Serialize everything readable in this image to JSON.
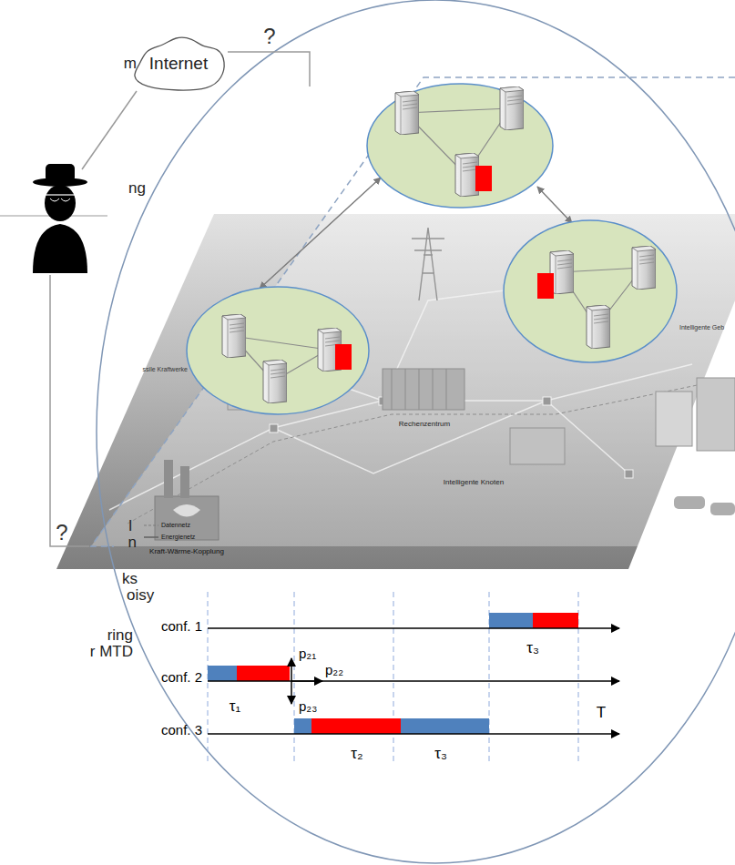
{
  "diagram": {
    "nodes": [
      {
        "text": [
          "Internet"
        ]
      }
    ],
    "labels": [
      "m",
      "ng",
      "l",
      "n",
      "ks",
      "oisy",
      "ring",
      "r MTD",
      "?",
      "?",
      "ssile Kraftwerke",
      "Rechenzentrum",
      "Intelligente Knoten",
      "Intelligente Geb",
      "Kraft-Wärme-Kopplung",
      "conf. 1",
      "conf. 2",
      "conf. 3",
      "p₂₁",
      "p₂₂",
      "p₂₃",
      "τ₁",
      "τ₂",
      "τ₃",
      "τ₃",
      "T"
    ],
    "legend": [
      {
        "text": "Datennetz"
      },
      {
        "text": "Energienetz"
      }
    ]
  }
}
